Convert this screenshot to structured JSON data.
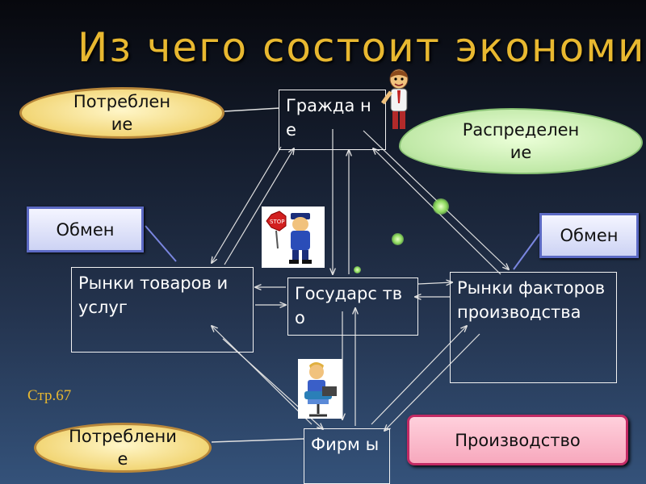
{
  "title": "Из чего состоит экономи",
  "nodes": {
    "citizens": "Гражда не",
    "goods_market": "Рынки товаров и услуг",
    "state": "Государс тво",
    "factor_market": "Рынки факторов производства",
    "firms": "Фирм ы"
  },
  "callouts": {
    "consumption_top": "Потреблен ие",
    "distribution": "Распределен ие",
    "exchange_left": "Обмен",
    "exchange_right": "Обмен",
    "consumption_bottom": "Потреблени е",
    "production": "Производство"
  },
  "page_ref": "Стр.67",
  "colors": {
    "title": "#e8b830",
    "box_border": "#f2f2f2",
    "arrow": "#e0e0e0"
  },
  "pictures": {
    "citizen": "person-icon",
    "police": "police-officer-icon",
    "worker": "office-worker-icon"
  }
}
